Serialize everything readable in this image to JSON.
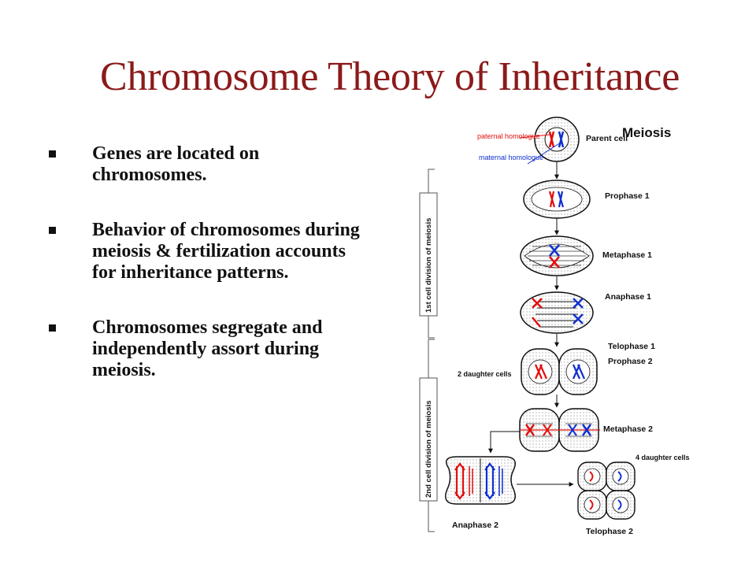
{
  "slide": {
    "title": "Chromosome Theory of Inheritance",
    "bullets": [
      "Genes are located on chromosomes.",
      "Behavior of chromosomes during meiosis & fertilization accounts for inheritance patterns.",
      "Chromosomes segregate and independently assort during meiosis."
    ]
  },
  "diagram": {
    "title": "Meiosis",
    "paternal_label": "paternal homologue",
    "maternal_label": "maternal homologue",
    "parent_label": "Parent cell",
    "stages": {
      "prophase1": "Prophase 1",
      "metaphase1": "Metaphase 1",
      "anaphase1": "Anaphase 1",
      "telophase1": "Telophase 1",
      "prophase2": "Prophase 2",
      "daughter2": "2 daughter cells",
      "metaphase2": "Metaphase 2",
      "anaphase2": "Anaphase 2",
      "telophase2": "Telophase 2",
      "daughter4": "4 daughter cells"
    },
    "first_division_label": "1st cell division of meiosis",
    "second_division_label": "2nd cell division of meiosis",
    "colors": {
      "paternal": "#e01010",
      "maternal": "#1030d0",
      "title": "#8b1a1a"
    }
  }
}
